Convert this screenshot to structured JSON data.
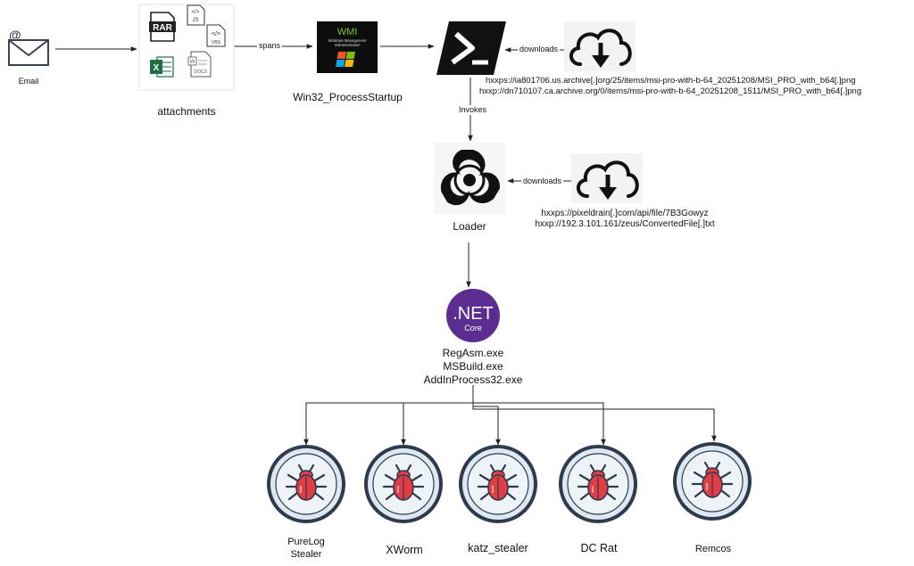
{
  "nodes": {
    "email": {
      "label": "Email",
      "icon": "envelope-icon"
    },
    "attachments": {
      "label": "attachments",
      "files": [
        {
          "tag": "RAR",
          "icon": "rar-file-icon"
        },
        {
          "tag": "JS",
          "icon": "js-file-icon"
        },
        {
          "tag": "VBS",
          "icon": "vbs-file-icon"
        },
        {
          "tag": "X",
          "icon": "excel-file-icon"
        },
        {
          "tag": "DOCX",
          "icon": "docx-file-icon"
        }
      ]
    },
    "wmi": {
      "label": "Win32_ProcessStartup",
      "badge_title": "WMI",
      "badge_line1": "Windows Management",
      "badge_line2": "Instrumentation",
      "icon": "wmi-icon"
    },
    "powershell": {
      "icon": "powershell-icon"
    },
    "download1": {
      "icon": "cloud-download-icon",
      "urls": [
        "hxxps://ia801706.us.archive[.]org/25/items/msi-pro-with-b-64_20251208/MSI_PRO_with_b64[.]png",
        "hxxp://dn710107.ca.archive.org/0/items/msi-pro-with-b-64_20251208_1511/MSI_PRO_with_b64[.]png"
      ]
    },
    "loader": {
      "label": "Loader",
      "icon": "biohazard-icon"
    },
    "download2": {
      "icon": "cloud-download-icon",
      "urls": [
        "hxxps://pixeldrain[.]com/api/file/7B3Gowyz",
        "hxxp://192.3.101.161/zeus/ConvertedFile[.]txt"
      ]
    },
    "dotnet": {
      "icon": "dotnet-core-icon",
      "logo_text": ".NET",
      "logo_sub": "Core",
      "processes": [
        "RegAsm.exe",
        "MSBuild.exe",
        "AddInProcess32.exe"
      ]
    },
    "malware": [
      {
        "label_lines": [
          "PureLog",
          "Stealer"
        ],
        "icon": "bug-icon"
      },
      {
        "label_lines": [
          "XWorm"
        ],
        "icon": "bug-icon"
      },
      {
        "label_lines": [
          "katz_stealer"
        ],
        "icon": "bug-icon"
      },
      {
        "label_lines": [
          "DC Rat"
        ],
        "icon": "bug-icon"
      },
      {
        "label_lines": [
          "Remcos"
        ],
        "icon": "bug-icon"
      }
    ]
  },
  "edges": {
    "spans": "spans",
    "downloads_1": "downloads",
    "invokes": "Invokes",
    "downloads_2": "downloads"
  },
  "colors": {
    "line": "#222222",
    "dotnet_purple": "#5c2d91",
    "bug_red": "#e23c44",
    "bug_ring": "#2f3b4c",
    "bug_fill": "#dde8f2",
    "ps_black": "#111111",
    "wmi_green": "#7fc241"
  }
}
